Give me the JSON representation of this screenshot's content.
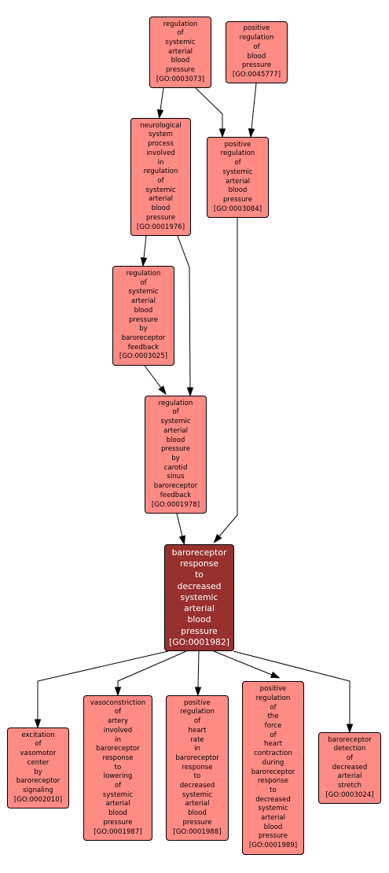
{
  "colors": {
    "node_fill": "#ff8b85",
    "focus_fill": "#983030",
    "node_border": "#000000",
    "focus_text": "#ffffff",
    "edge": "#000000"
  },
  "nodes": [
    {
      "id": "n3073",
      "lines": [
        "regulation",
        "of",
        "systemic",
        "arterial",
        "blood",
        "pressure",
        "[GO:0003073]"
      ]
    },
    {
      "id": "n45777",
      "lines": [
        "positive",
        "regulation",
        "of",
        "blood",
        "pressure",
        "[GO:0045777]"
      ]
    },
    {
      "id": "n1976",
      "lines": [
        "neurological",
        "system",
        "process",
        "involved",
        "in",
        "regulation",
        "of",
        "systemic",
        "arterial",
        "blood",
        "pressure",
        "[GO:0001976]"
      ]
    },
    {
      "id": "n3084",
      "lines": [
        "positive",
        "regulation",
        "of",
        "systemic",
        "arterial",
        "blood",
        "pressure",
        "[GO:0003084]"
      ]
    },
    {
      "id": "n3025",
      "lines": [
        "regulation",
        "of",
        "systemic",
        "arterial",
        "blood",
        "pressure",
        "by",
        "baroreceptor",
        "feedback",
        "[GO:0003025]"
      ]
    },
    {
      "id": "n1978",
      "lines": [
        "regulation",
        "of",
        "systemic",
        "arterial",
        "blood",
        "pressure",
        "by",
        "carotid",
        "sinus",
        "baroreceptor",
        "feedback",
        "[GO:0001978]"
      ]
    },
    {
      "id": "n1982",
      "lines": [
        "baroreceptor",
        "response",
        "to",
        "decreased",
        "systemic",
        "arterial",
        "blood",
        "pressure",
        "[GO:0001982]"
      ]
    },
    {
      "id": "n2010",
      "lines": [
        "excitation",
        "of",
        "vasomotor",
        "center",
        "by",
        "baroreceptor",
        "signaling",
        "[GO:0002010]"
      ]
    },
    {
      "id": "n1987",
      "lines": [
        "vasoconstriction",
        "of",
        "artery",
        "involved",
        "in",
        "baroreceptor",
        "response",
        "to",
        "lowering",
        "of",
        "systemic",
        "arterial",
        "blood",
        "pressure",
        "[GO:0001987]"
      ]
    },
    {
      "id": "n1988",
      "lines": [
        "positive",
        "regulation",
        "of",
        "heart",
        "rate",
        "in",
        "baroreceptor",
        "response",
        "to",
        "decreased",
        "systemic",
        "arterial",
        "blood",
        "pressure",
        "[GO:0001988]"
      ]
    },
    {
      "id": "n1989",
      "lines": [
        "positive",
        "regulation",
        "of",
        "the",
        "force",
        "of",
        "heart",
        "contraction",
        "during",
        "baroreceptor",
        "response",
        "to",
        "decreased",
        "systemic",
        "arterial",
        "blood",
        "pressure",
        "[GO:0001989]"
      ]
    },
    {
      "id": "n3024",
      "lines": [
        "baroreceptor",
        "detection",
        "of",
        "decreased",
        "arterial",
        "stretch",
        "[GO:0003024]"
      ]
    }
  ],
  "edges": [
    {
      "from": "n3073",
      "to": "n1976"
    },
    {
      "from": "n3073",
      "to": "n3084"
    },
    {
      "from": "n45777",
      "to": "n3084"
    },
    {
      "from": "n1976",
      "to": "n3025"
    },
    {
      "from": "n1976",
      "to": "n1978"
    },
    {
      "from": "n3025",
      "to": "n1978"
    },
    {
      "from": "n1978",
      "to": "n1982"
    },
    {
      "from": "n3084",
      "to": "n1982"
    },
    {
      "from": "n1982",
      "to": "n2010"
    },
    {
      "from": "n1982",
      "to": "n1987"
    },
    {
      "from": "n1982",
      "to": "n1988"
    },
    {
      "from": "n1982",
      "to": "n1989"
    },
    {
      "from": "n1982",
      "to": "n3024"
    }
  ]
}
